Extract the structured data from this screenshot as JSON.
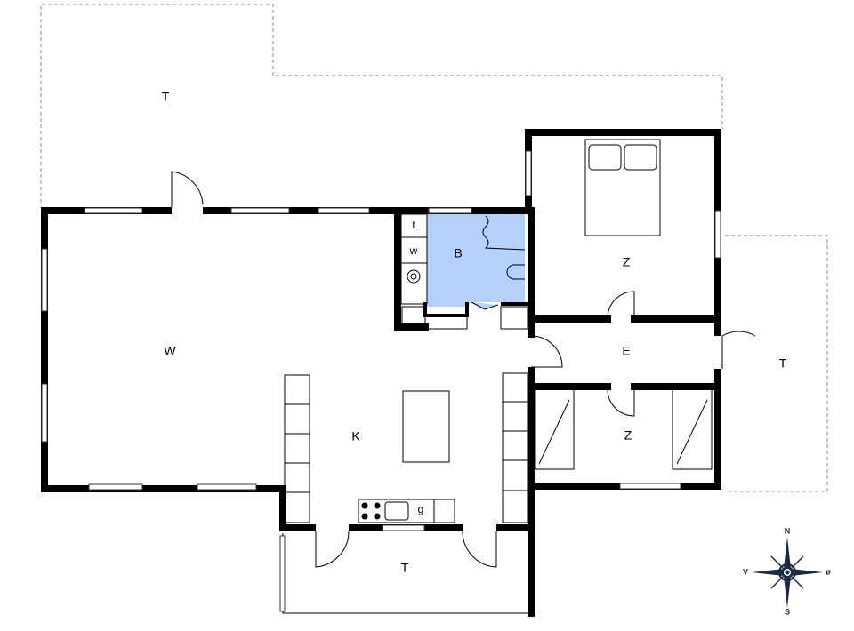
{
  "rooms": {
    "terrace_top": "T",
    "terrace_right": "T",
    "terrace_bottom": "T",
    "living": "W",
    "kitchen": "K",
    "bathroom": "B",
    "bedroom_1": "Z",
    "bedroom_2": "Z",
    "entrance": "E"
  },
  "fixtures": {
    "toilet_area_label": "t",
    "washer_label": "w",
    "kitchen_appliance_label": "g"
  },
  "compass": {
    "north": "N",
    "south": "S",
    "west": "V",
    "east": "ø"
  },
  "colors": {
    "bathroom_fill": "#b3d1fb",
    "wall": "#000000",
    "compass": "#1e2a44"
  }
}
